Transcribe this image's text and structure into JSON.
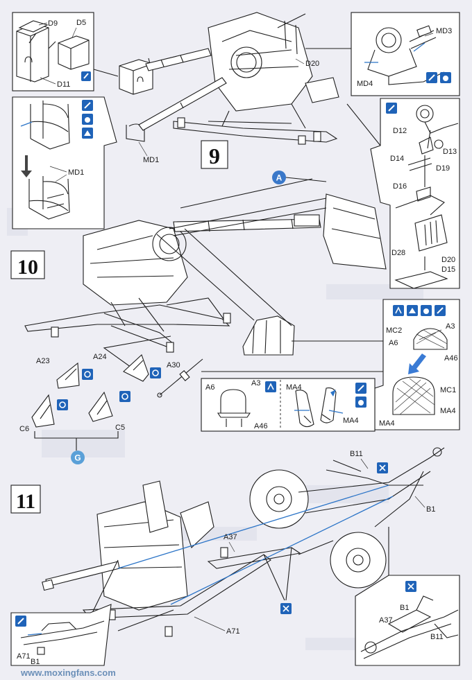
{
  "steps": {
    "s9": "9",
    "s10": "10",
    "s11": "11"
  },
  "callouts": {
    "a": "A",
    "g": "G"
  },
  "labels": {
    "D9": "D9",
    "D5": "D5",
    "D11": "D11",
    "MD1a": "MD1",
    "MD1b": "MD1",
    "D20a": "D20",
    "MD3": "MD3",
    "MD4": "MD4",
    "D12": "D12",
    "D13": "D13",
    "D14": "D14",
    "D19": "D19",
    "D16": "D16",
    "D28": "D28",
    "D20b": "D20",
    "D15": "D15",
    "MC2": "MC2",
    "A3a": "A3",
    "A6a": "A6",
    "A46a": "A46",
    "MC1": "MC1",
    "MA4a": "MA4",
    "MA4b": "MA4",
    "A6b": "A6",
    "A3b": "A3",
    "A46b": "A46",
    "MA4c": "MA4",
    "MA4d": "MA4",
    "A23": "A23",
    "A24": "A24",
    "A30": "A30",
    "C6": "C6",
    "C5": "C5",
    "B11a": "B11",
    "B1a": "B1",
    "A37a": "A37",
    "A71a": "A71",
    "B1b": "B1",
    "A37b": "A37",
    "B11b": "B11",
    "A71b": "A71",
    "B1c": "B1"
  },
  "watermark": "www.moxingfans.com",
  "colors": {
    "callout_blue": "#3a78c9",
    "callout_green": "#5aa0d8",
    "icon_blue": "#1f63b8",
    "guide_blue": "#2b74c7"
  },
  "icons": [
    "glue-icon",
    "paint-icon",
    "cement-icon",
    "rotate-icon",
    "remove-icon",
    "symmetric-icon"
  ]
}
